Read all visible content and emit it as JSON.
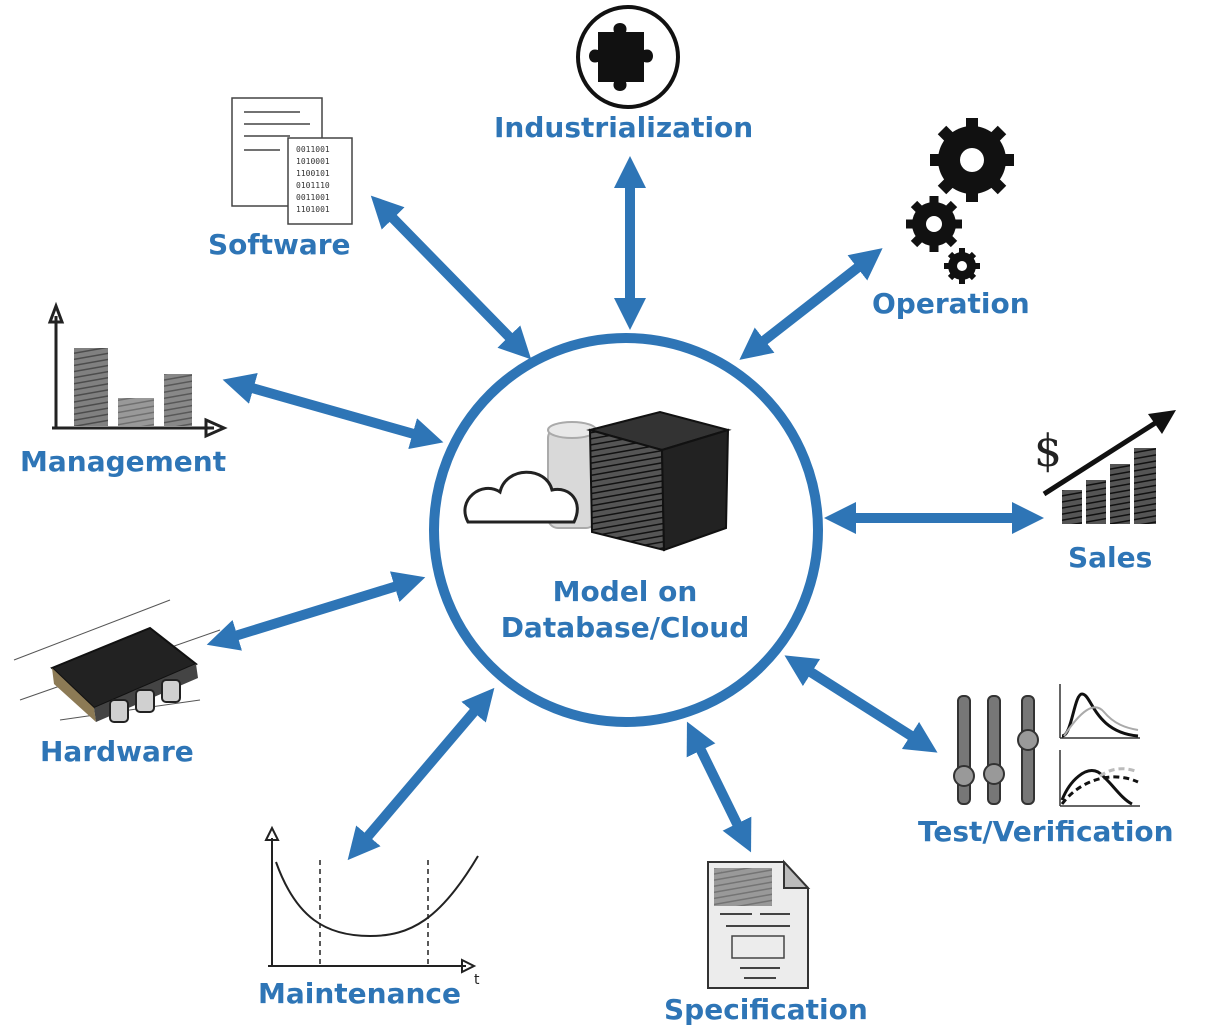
{
  "accent_color": "#2e75b6",
  "hub": {
    "line1": "Model on",
    "line2": "Database/Cloud"
  },
  "nodes": {
    "industrialization": "Industrialization",
    "software": "Software",
    "operation": "Operation",
    "management": "Management",
    "sales": "Sales",
    "hardware": "Hardware",
    "test": "Test/Verification",
    "maintenance": "Maintenance",
    "specification": "Specification"
  },
  "icons": {
    "industrialization": "puzzle-piece-icon",
    "software": "code-document-icon",
    "operation": "gears-icon",
    "management": "bar-chart-icon",
    "sales": "rising-sales-chart-icon",
    "hardware": "chip-icon",
    "test": "sliders-and-plots-icon",
    "maintenance": "bathtub-curve-icon",
    "specification": "spec-document-icon",
    "hub": "cloud-database-cube-icon"
  }
}
